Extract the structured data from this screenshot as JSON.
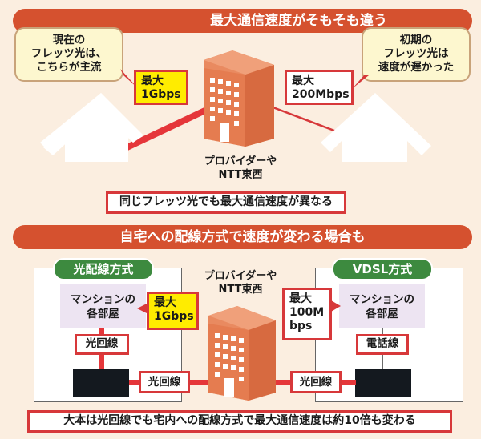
{
  "colors": {
    "background": "#fbeee0",
    "banner": "#d5512f",
    "accent_red": "#d7383a",
    "highlight_yellow": "#ffec00",
    "bubble_fill": "#fdf7cf",
    "building": "#e07a50",
    "green_pill": "#3d8a3f",
    "room_fill": "#ede4f2",
    "device": "#14191f"
  },
  "section1": {
    "banner_title": "最大通信速度がそもそも違う",
    "left_bubble": [
      "現在の",
      "フレッツ光は、",
      "こちらが主流"
    ],
    "right_bubble": [
      "初期の",
      "フレッツ光は",
      "速度が遅かった"
    ],
    "left_speed": [
      "最大",
      "1Gbps"
    ],
    "right_speed": [
      "最大",
      "200Mbps"
    ],
    "building_label": [
      "プロバイダーや",
      "NTT東西"
    ],
    "caption": "同じフレッツ光でも最大通信速度が異なる"
  },
  "section2": {
    "banner_title": "自宅への配線方式で速度が変わる場合も",
    "building_label": [
      "プロバイダーや",
      "NTT東西"
    ],
    "left_panel": {
      "method": "光配線方式",
      "room": [
        "マンションの",
        "各部屋"
      ],
      "speed": [
        "最大",
        "1Gbps"
      ],
      "indoor_line": "光回線",
      "outside_line": "光回線"
    },
    "right_panel": {
      "method": "VDSL方式",
      "room": [
        "マンションの",
        "各部屋"
      ],
      "speed": [
        "最大",
        "100M",
        "bps"
      ],
      "indoor_line": "電話線",
      "outside_line": "光回線"
    },
    "caption": "大本は光回線でも宅内への配線方式で最大通信速度は約10倍も変わる"
  }
}
